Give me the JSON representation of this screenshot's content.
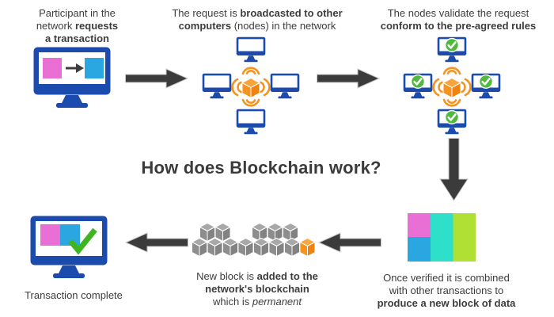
{
  "title": "How does Blockchain work?",
  "colors": {
    "monitor_blue": "#1c4bae",
    "pink": "#ea6fd4",
    "light_blue": "#2aa7e1",
    "teal": "#2ee0c9",
    "lime_green": "#b1e034",
    "check_green": "#52b83e",
    "bold_check_green": "#3cb521",
    "orange": "#f6921e",
    "cube_gray": "#8d8d8d",
    "arrow_dark": "#3b3b3b",
    "text": "#3d3d3d"
  },
  "icons": {
    "request": "transaction-monitor-icon",
    "broadcast": "broadcast-network-icon",
    "validate": "validated-network-icon",
    "combine": "data-block-icon",
    "add_block": "blockchain-cubes-icon",
    "complete": "complete-monitor-icon",
    "arrow_right": "arrow-right-icon",
    "arrow_left": "arrow-left-icon",
    "arrow_down": "arrow-down-icon"
  },
  "steps": {
    "request": {
      "line1": "Participant in the",
      "line2_normal": "network ",
      "line2_bold": "requests",
      "line3_bold": "a transaction"
    },
    "broadcast": {
      "line1_normal": "The request is ",
      "line1_bold": "broadcasted to other",
      "line2_bold": "computers",
      "line2_normal": " (nodes) in the network"
    },
    "validate": {
      "line1": "The nodes validate the request",
      "line2_bold": "conform to the pre-agreed rules"
    },
    "combine": {
      "line1": "Once verified it is combined",
      "line2": "with other transactions to",
      "line3_bold": "produce a new block of data"
    },
    "add_block": {
      "line1_normal": "New block is ",
      "line1_bold": "added to the",
      "line2_bold": "network's blockchain",
      "line3_normal": "which is ",
      "line3_italic": "permanent"
    },
    "complete": {
      "label": "Transaction complete"
    }
  }
}
